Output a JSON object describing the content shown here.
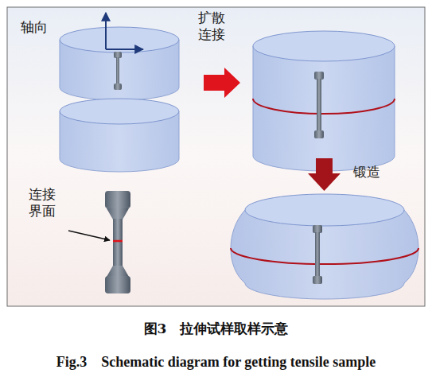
{
  "diagram": {
    "caption": "图3　拉伸试样取样示意",
    "labels": [
      "轴向",
      "扩散 连接",
      "锻造",
      "连接 界面",
      "Fig.3　Schematic diagram for getting tensile sample"
    ]
  }
}
